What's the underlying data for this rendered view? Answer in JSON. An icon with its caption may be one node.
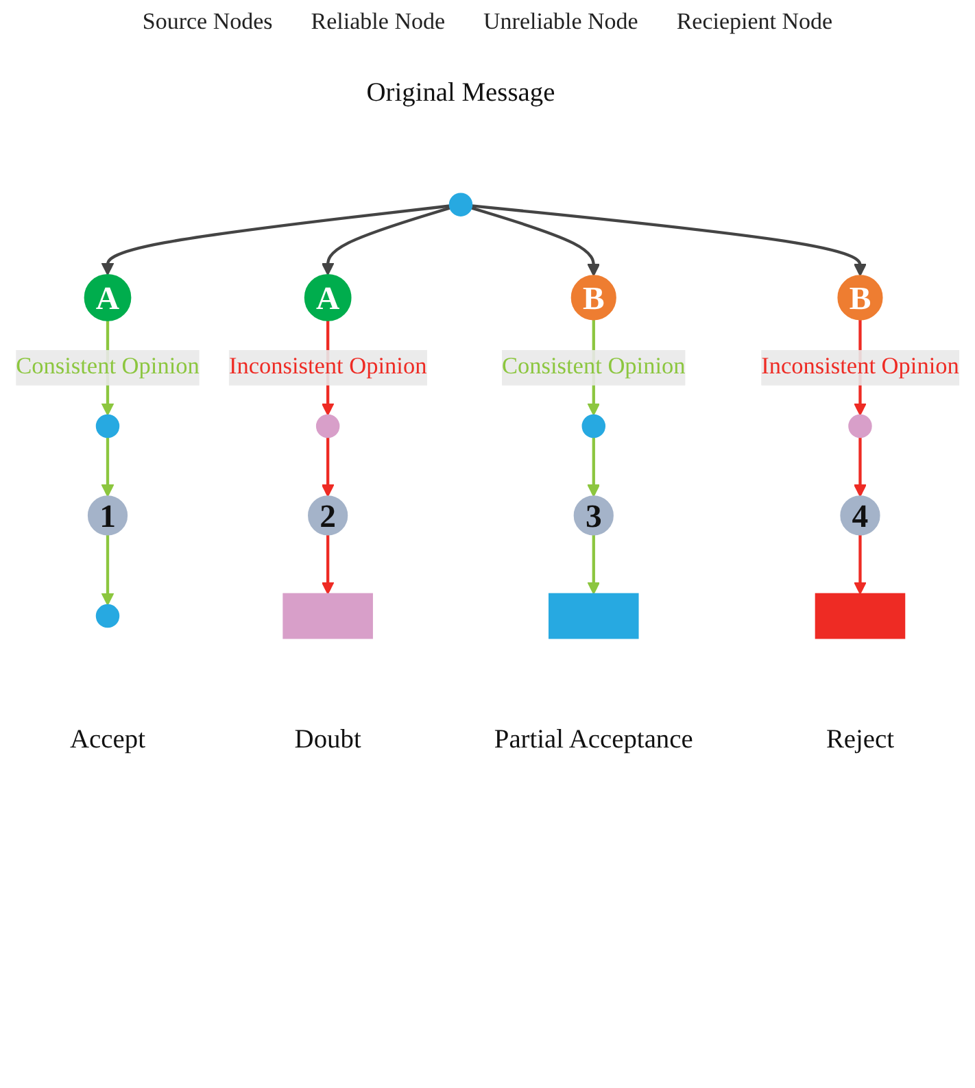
{
  "diagram": {
    "nodes": [
      {
        "text": [],
        "shape": "circle",
        "beside": [
          "Original Message"
        ]
      },
      {
        "text": [
          "A"
        ]
      },
      {
        "text": [
          "A"
        ]
      },
      {
        "text": [
          "B"
        ]
      },
      {
        "text": [
          "B"
        ]
      },
      {
        "text": [],
        "shape": "circle"
      },
      {
        "text": [],
        "shape": "circle"
      },
      {
        "text": [],
        "shape": "circle"
      },
      {
        "text": [],
        "shape": "circle"
      },
      {
        "text": [
          "1"
        ]
      },
      {
        "text": [
          "2"
        ]
      },
      {
        "text": [
          "3"
        ]
      },
      {
        "text": [
          "4"
        ]
      },
      {
        "text": [],
        "shape": "circle",
        "beside": [
          "Accept"
        ]
      },
      {
        "text": [],
        "shape": "box",
        "beside": [
          "Doubt"
        ]
      },
      {
        "text": [],
        "shape": "box",
        "beside": [
          "Partial Acceptance"
        ]
      },
      {
        "text": [],
        "shape": "box",
        "beside": [
          "Reject"
        ]
      }
    ],
    "edges": [
      {
        "from": 0,
        "to": 1,
        "arrow": "to",
        "color": "#444444"
      },
      {
        "from": 0,
        "to": 2,
        "arrow": "to",
        "color": "#444444"
      },
      {
        "from": 0,
        "to": 3,
        "arrow": "to",
        "color": "#444444"
      },
      {
        "from": 0,
        "to": 4,
        "arrow": "to",
        "color": "#444444"
      },
      {
        "from": 1,
        "to": 5,
        "arrow": "to",
        "label": "Consistent Opinion",
        "color": "#8cc63f"
      },
      {
        "from": 5,
        "to": 9,
        "arrow": "to",
        "color": "#8cc63f"
      },
      {
        "from": 9,
        "to": 13,
        "arrow": "to",
        "color": "#8cc63f"
      },
      {
        "from": 2,
        "to": 6,
        "arrow": "to",
        "label": "Inconsistent Opinion",
        "color": "#ee2b24"
      },
      {
        "from": 6,
        "to": 10,
        "arrow": "to",
        "color": "#ee2b24"
      },
      {
        "from": 10,
        "to": 14,
        "arrow": "to",
        "color": "#ee2b24"
      },
      {
        "from": 3,
        "to": 7,
        "arrow": "to",
        "label": "Consistent Opinion",
        "color": "#8cc63f"
      },
      {
        "from": 7,
        "to": 11,
        "arrow": "to",
        "color": "#8cc63f"
      },
      {
        "from": 11,
        "to": 15,
        "arrow": "to",
        "color": "#8cc63f"
      },
      {
        "from": 4,
        "to": 8,
        "arrow": "to",
        "label": "Inconsistent Opinion",
        "color": "#ee2b24"
      },
      {
        "from": 8,
        "to": 12,
        "arrow": "to",
        "color": "#ee2b24"
      },
      {
        "from": 12,
        "to": 16,
        "arrow": "to",
        "color": "#ee2b24"
      }
    ],
    "labels": [
      "Source Nodes",
      "Reliable Node",
      "Unreliable Node",
      "Reciepient Node"
    ]
  }
}
